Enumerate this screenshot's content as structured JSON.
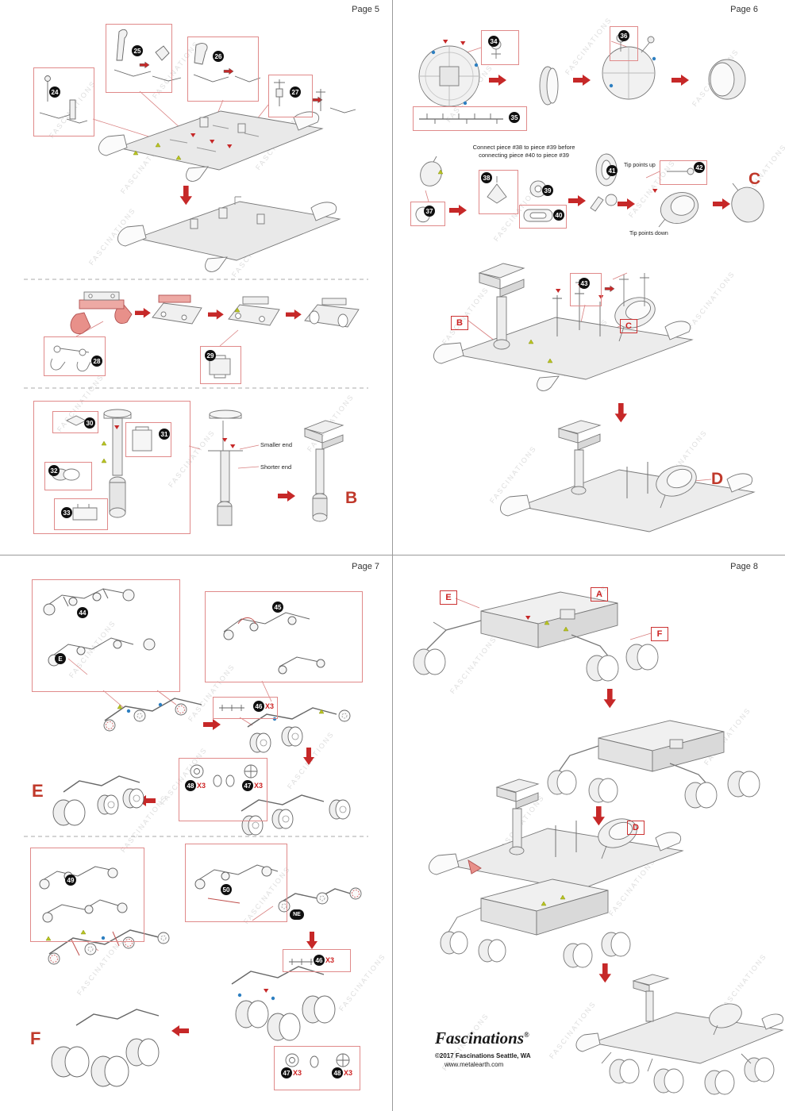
{
  "watermark": "FASCINATIONS",
  "pages": {
    "p5": {
      "label": "Page 5"
    },
    "p6": {
      "label": "Page 6"
    },
    "p7": {
      "label": "Page 7"
    },
    "p8": {
      "label": "Page 8"
    }
  },
  "steps": {
    "s24": "24",
    "s25": "25",
    "s26": "26",
    "s27": "27",
    "s28": "28",
    "s29": "29",
    "s30": "30",
    "s31": "31",
    "s32": "32",
    "s33": "33",
    "s34": "34",
    "s35": "35",
    "s36": "36",
    "s37": "37",
    "s38": "38",
    "s39": "39",
    "s40": "40",
    "s41": "41",
    "s42": "42",
    "s43": "43",
    "s44": "44",
    "s45": "45",
    "s46": "46",
    "s47": "47",
    "s48": "48",
    "s49": "49",
    "s50": "50",
    "sE": "E",
    "sNE": "NE"
  },
  "letters": {
    "A": "A",
    "B": "B",
    "C": "C",
    "D": "D",
    "E": "E",
    "F": "F"
  },
  "quantity_x3": "X3",
  "annotations": {
    "smaller_end": "Smaller end",
    "shorter_end": "Shorter end",
    "connect_note_line1": "Connect piece #38 to piece #39 before",
    "connect_note_line2": "connecting piece #40 to piece #39",
    "tip_points_up": "Tip points up",
    "tip_points_down": "Tip points down"
  },
  "footer": {
    "brand": "Fascinations",
    "registered_mark": "®",
    "copyright": "©2017 Fascinations Seattle, WA",
    "website": "www.metalearth.com"
  }
}
